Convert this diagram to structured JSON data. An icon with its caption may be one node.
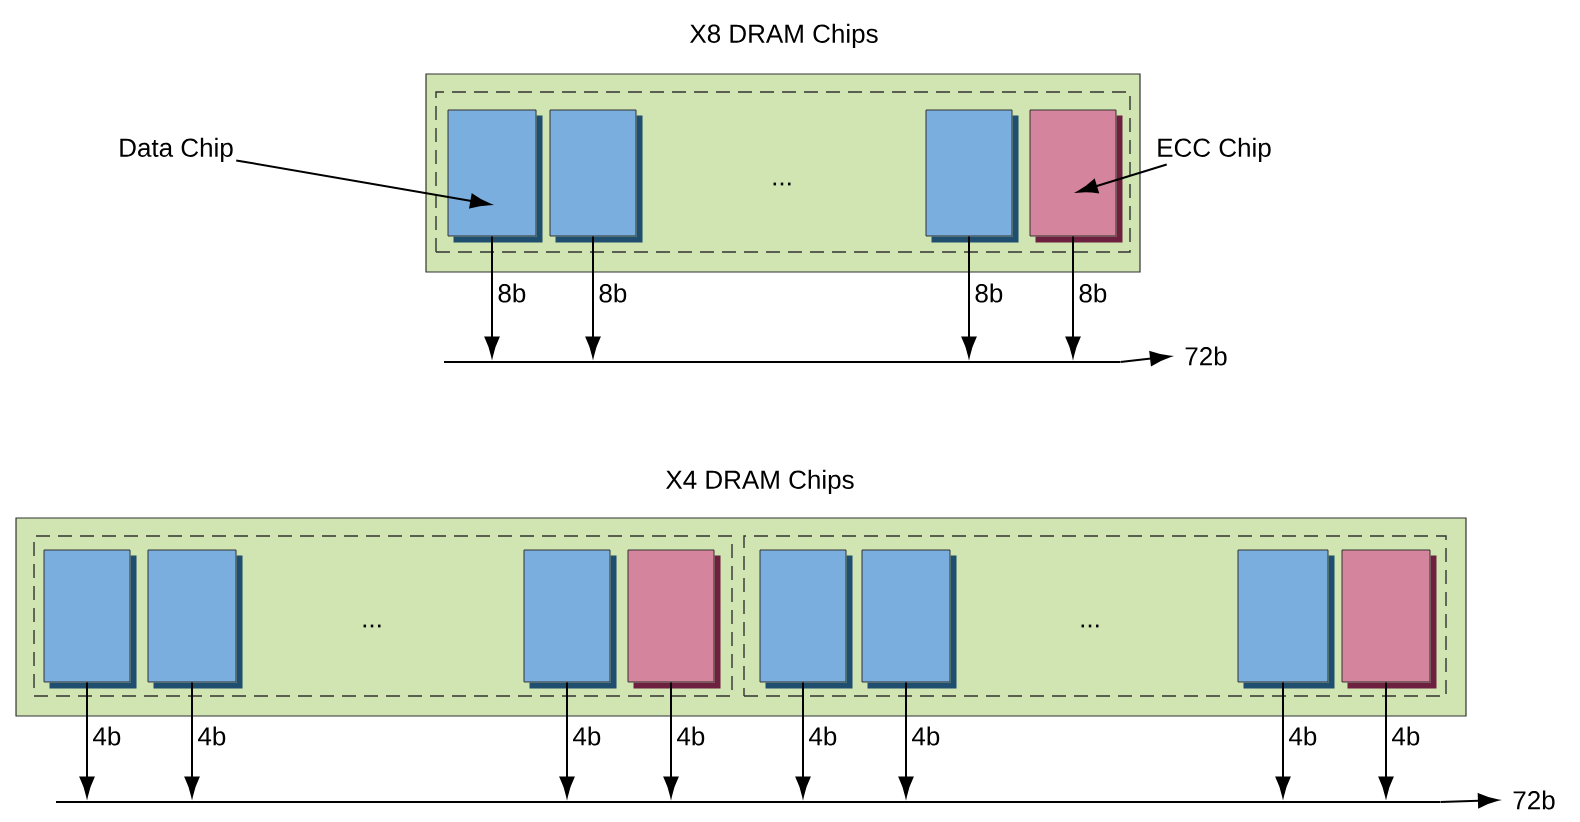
{
  "diagram": {
    "nodes": [
      {
        "text": [
          "X8 DRAM Chips"
        ]
      },
      {
        "text": [],
        "shape": "box",
        "in": 0
      },
      {
        "text": [],
        "shape": "box",
        "in": 1
      },
      {
        "text": [],
        "shape": "box",
        "in": 1
      },
      {
        "text": [],
        "shape": "box",
        "in": 1
      },
      {
        "text": [],
        "shape": "box",
        "in": 1
      },
      {
        "text": [
          "Data Chip"
        ]
      },
      {
        "text": [
          "ECC Chip"
        ]
      },
      {
        "text": [],
        "shape": "bar"
      },
      {
        "text": [
          "72b"
        ]
      },
      {
        "text": [
          "X4 DRAM Chips"
        ]
      },
      {
        "text": [],
        "shape": "box",
        "in": 10
      },
      {
        "text": [],
        "shape": "box",
        "in": 11
      },
      {
        "text": [],
        "shape": "box",
        "in": 11
      },
      {
        "text": [],
        "shape": "box",
        "in": 11
      },
      {
        "text": [],
        "shape": "box",
        "in": 11
      },
      {
        "text": [],
        "shape": "box",
        "in": 10
      },
      {
        "text": [],
        "shape": "box",
        "in": 16
      },
      {
        "text": [],
        "shape": "box",
        "in": 16
      },
      {
        "text": [],
        "shape": "box",
        "in": 16
      },
      {
        "text": [],
        "shape": "box",
        "in": 16
      },
      {
        "text": [],
        "shape": "bar"
      },
      {
        "text": [
          "72b"
        ]
      }
    ],
    "edges": [
      {
        "from": 6,
        "to": 2,
        "arrow": "to"
      },
      {
        "from": 7,
        "to": 5,
        "arrow": "to"
      },
      {
        "from": 2,
        "to": 8,
        "arrow": "to",
        "label": "8b"
      },
      {
        "from": 3,
        "to": 8,
        "arrow": "to",
        "label": "8b"
      },
      {
        "from": 4,
        "to": 8,
        "arrow": "to",
        "label": "8b"
      },
      {
        "from": 5,
        "to": 8,
        "arrow": "to",
        "label": "8b"
      },
      {
        "from": 8,
        "to": 9,
        "arrow": "to"
      },
      {
        "from": 12,
        "to": 21,
        "arrow": "to",
        "label": "4b"
      },
      {
        "from": 13,
        "to": 21,
        "arrow": "to",
        "label": "4b"
      },
      {
        "from": 14,
        "to": 21,
        "arrow": "to",
        "label": "4b"
      },
      {
        "from": 15,
        "to": 21,
        "arrow": "to",
        "label": "4b"
      },
      {
        "from": 17,
        "to": 21,
        "arrow": "to",
        "label": "4b"
      },
      {
        "from": 18,
        "to": 21,
        "arrow": "to",
        "label": "4b"
      },
      {
        "from": 19,
        "to": 21,
        "arrow": "to",
        "label": "4b"
      },
      {
        "from": 20,
        "to": 21,
        "arrow": "to",
        "label": "4b"
      },
      {
        "from": 21,
        "to": 22,
        "arrow": "to"
      }
    ],
    "labels": [
      "...",
      "...",
      "..."
    ]
  }
}
